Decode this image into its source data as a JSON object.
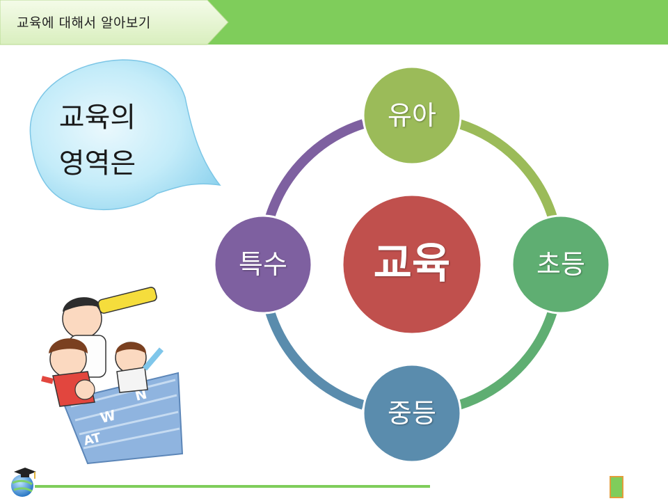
{
  "header": {
    "title": "교육에 대해서 알아보기"
  },
  "bubble": {
    "line1": "교육의",
    "line2": "영역은"
  },
  "diagram": {
    "center": {
      "label": "교육",
      "color": "#c0504d"
    },
    "nodes": [
      {
        "label": "유아",
        "color": "#9bbb59"
      },
      {
        "label": "초등",
        "color": "#5fae72"
      },
      {
        "label": "중등",
        "color": "#5a8cad"
      },
      {
        "label": "특수",
        "color": "#7e60a0"
      }
    ]
  },
  "colors": {
    "accent_green": "#7fcd5b",
    "bubble": "#aee4f5"
  }
}
